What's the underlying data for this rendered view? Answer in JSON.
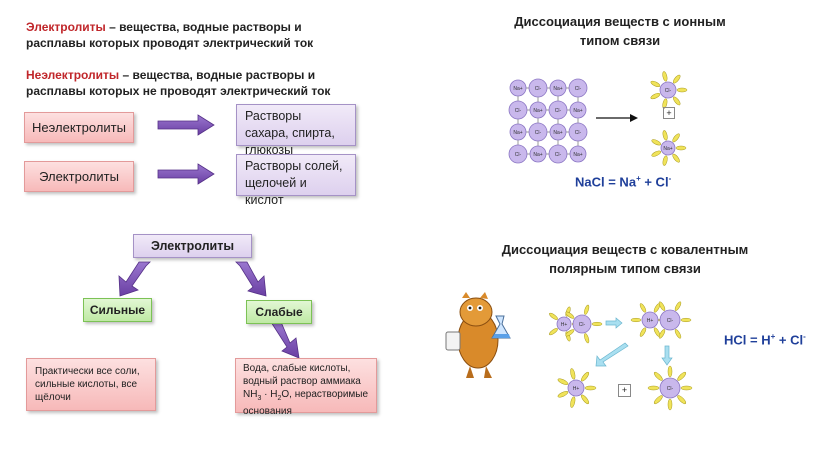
{
  "definitions": {
    "electrolytes": {
      "term": "Электролиты",
      "rest": " – вещества, водные растворы и расплавы которых проводят электрический ток"
    },
    "nonelectrolytes": {
      "term": "Неэлектролиты",
      "rest": " – вещества, водные растворы и расплавы которых не проводят электрический ток"
    }
  },
  "boxes": {
    "nonelectrolytes_label": "Неэлектролиты",
    "nonelectrolytes_examples": "Растворы сахара, спирта, глюкозы",
    "electrolytes_label": "Электролиты",
    "electrolytes_examples": "Растворы солей, щелочей и кислот"
  },
  "tree": {
    "root": "Электролиты",
    "strong": "Сильные",
    "weak": "Слабые",
    "strong_examples": "Практически все соли, сильные кислоты, все щёлочи",
    "weak_examples_line1": "Вода, слабые кислоты,",
    "weak_examples_line2": "водный раствор аммиака",
    "weak_formula_nh": "NH",
    "weak_formula_3": "3",
    "weak_formula_dot": " · H",
    "weak_formula_2": "2",
    "weak_formula_o": "O, нерастворимые",
    "weak_examples_line4": "основания"
  },
  "ionic": {
    "heading_line1": "Диссоциация веществ с ионным",
    "heading_line2": "типом связи",
    "formula_left": "NaCl = Na",
    "formula_plus_sup": "+",
    "formula_mid": " + Cl",
    "formula_minus_sup": "-",
    "lattice_na": "Na+",
    "lattice_cl": "Cl-",
    "plus_sign": "+"
  },
  "covalent": {
    "heading_line1": "Диссоциация веществ с ковалентным",
    "heading_line2": "полярным типом связи",
    "formula_left": "HCl = H",
    "formula_plus_sup": "+",
    "formula_mid": " + Cl",
    "formula_minus_sup": "-",
    "h_label": "H+",
    "cl_label": "Cl-",
    "plus_sign": "+"
  },
  "colors": {
    "term_red": "#c0262a",
    "formula_blue": "#1f3f9a",
    "arrow_purple": "#7b4fb0",
    "ion_purple": "#c9b8ec",
    "water_yellow": "#f0e35a"
  }
}
